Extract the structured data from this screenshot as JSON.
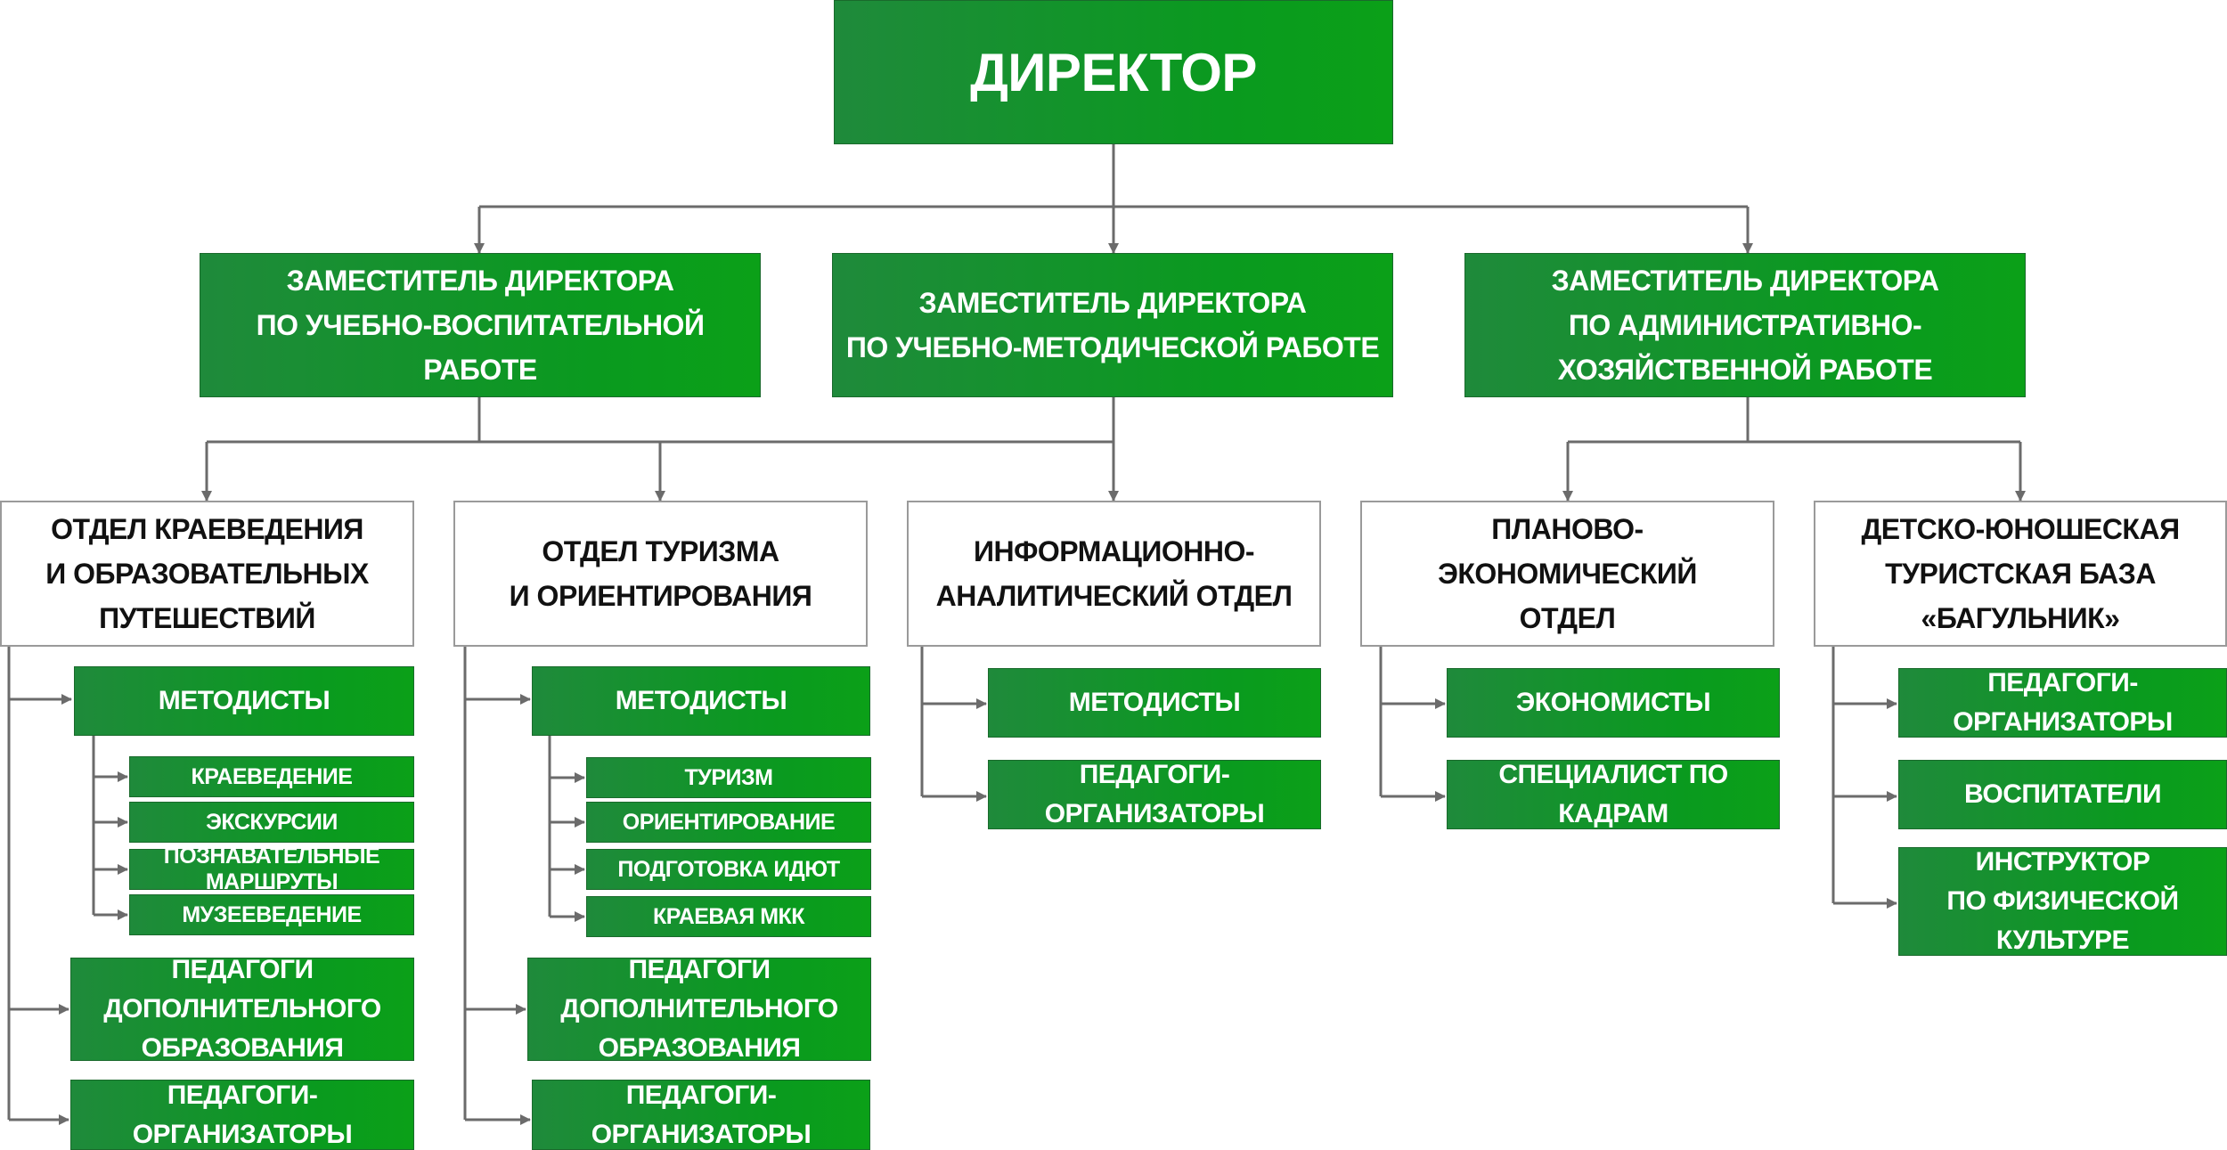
{
  "director": "ДИРЕКТОР",
  "deputies": [
    "ЗАМЕСТИТЕЛЬ ДИРЕКТОРА\nПО УЧЕБНО-ВОСПИТАТЕЛЬНОЙ РАБОТЕ",
    "ЗАМЕСТИТЕЛЬ ДИРЕКТОРА\nПО УЧЕБНО-МЕТОДИЧЕСКОЙ РАБОТЕ",
    "ЗАМЕСТИТЕЛЬ ДИРЕКТОРА\nПО АДМИНИСТРАТИВНО-ХОЗЯЙСТВЕННОЙ РАБОТЕ"
  ],
  "departments": [
    {
      "title": "ОТДЕЛ КРАЕВЕДЕНИЯ\nИ ОБРАЗОВАТЕЛЬНЫХ ПУТЕШЕСТВИЙ",
      "methodists": "МЕТОДИСТЫ",
      "directions": [
        "КРАЕВЕДЕНИЕ",
        "ЭКСКУРСИИ",
        "ПОЗНАВАТЕЛЬНЫЕ МАРШРУТЫ",
        "МУЗЕЕВЕДЕНИЕ"
      ],
      "teachers_additional": "ПЕДАГОГИ ДОПОЛНИТЕЛЬНОГО\nОБРАЗОВАНИЯ",
      "teachers_organizers": "ПЕДАГОГИ-ОРГАНИЗАТОРЫ"
    },
    {
      "title": "ОТДЕЛ ТУРИЗМА\nИ ОРИЕНТИРОВАНИЯ",
      "methodists": "МЕТОДИСТЫ",
      "directions": [
        "ТУРИЗМ",
        "ОРИЕНТИРОВАНИЕ",
        "ПОДГОТОВКА ИДЮТ",
        "КРАЕВАЯ МКК"
      ],
      "teachers_additional": "ПЕДАГОГИ ДОПОЛНИТЕЛЬНОГО\nОБРАЗОВАНИЯ",
      "teachers_organizers": "ПЕДАГОГИ-ОРГАНИЗАТОРЫ"
    },
    {
      "title": "ИНФОРМАЦИОННО-\nАНАЛИТИЧЕСКИЙ ОТДЕЛ",
      "staff": [
        "МЕТОДИСТЫ",
        "ПЕДАГОГИ-ОРГАНИЗАТОРЫ"
      ]
    },
    {
      "title": "ПЛАНОВО-ЭКОНОМИЧЕСКИЙ\nОТДЕЛ",
      "staff": [
        "ЭКОНОМИСТЫ",
        "СПЕЦИАЛИСТ ПО КАДРАМ"
      ]
    },
    {
      "title": "ДЕТСКО-ЮНОШЕСКАЯ\nТУРИСТСКАЯ БАЗА «БАГУЛЬНИК»",
      "staff": [
        "ПЕДАГОГИ-ОРГАНИЗАТОРЫ",
        "ВОСПИТАТЕЛИ",
        "ИНСТРУКТОР\nПО ФИЗИЧЕСКОЙ КУЛЬТУРЕ"
      ]
    }
  ],
  "colors": {
    "box_green": "#0a9a1f",
    "box_green_dark": "#1f8a3b",
    "box_white_border": "#9a9a9a",
    "connector": "#6b6b6b"
  }
}
